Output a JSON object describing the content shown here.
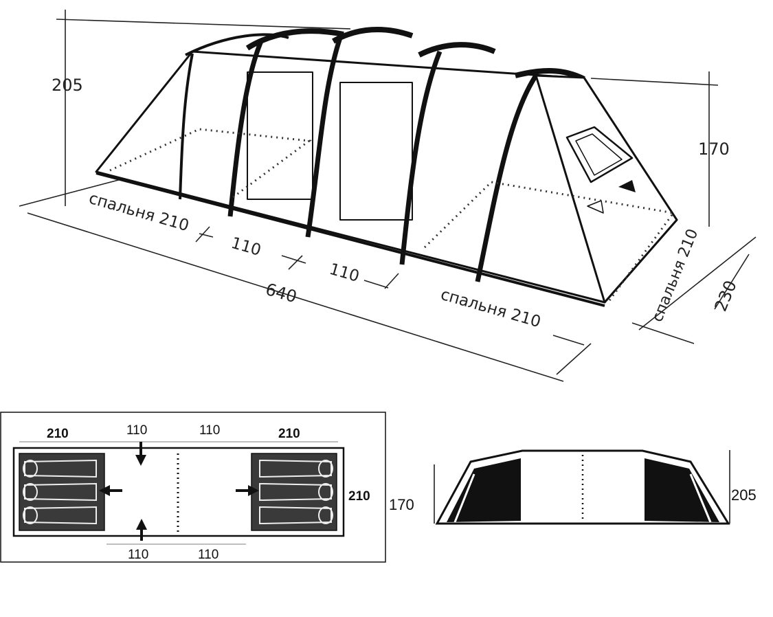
{
  "perspective": {
    "height_left": "205",
    "height_right": "170",
    "sleeping_left": "спальня 210",
    "living_1": "110",
    "living_2": "110",
    "sleeping_right": "спальня 210",
    "sleeping_side": "спальня 210",
    "total_length": "640",
    "total_width": "230"
  },
  "floor_plan": {
    "top_left": "210",
    "top_mid_1": "110",
    "top_mid_2": "110",
    "top_right": "210",
    "width": "210",
    "bottom_1": "110",
    "bottom_2": "110"
  },
  "cross_section": {
    "left_height": "170",
    "right_height": "205"
  }
}
